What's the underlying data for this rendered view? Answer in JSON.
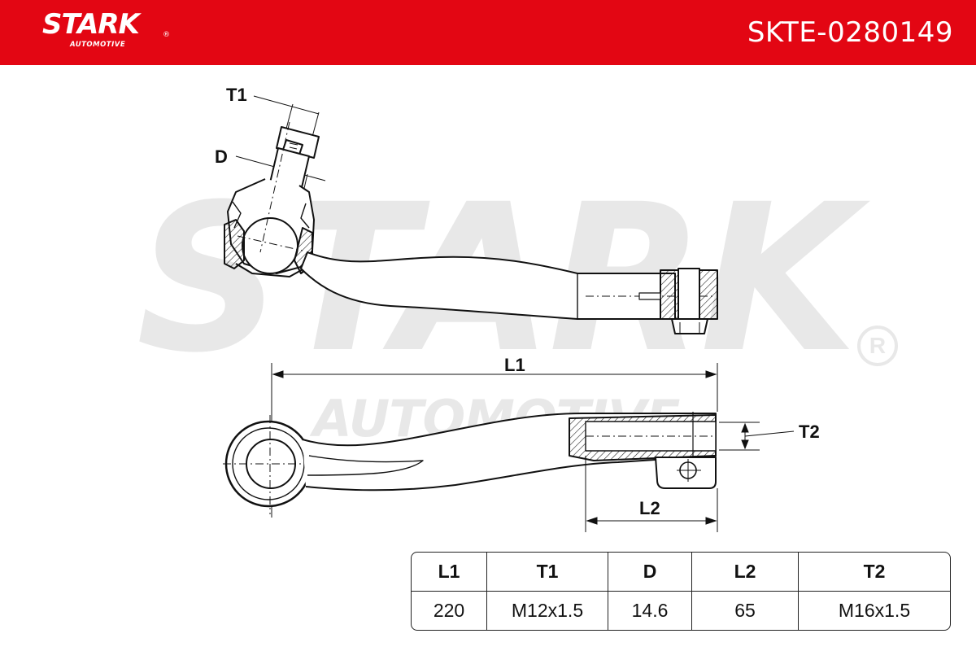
{
  "header": {
    "brand": "STARK",
    "brand_sub": "AUTOMOTIVE",
    "registered_mark": "®",
    "part_number": "SKTE-0280149",
    "background_color": "#e30613"
  },
  "watermark": {
    "main": "STARK",
    "sub": "AUTOMOTIVE",
    "mark": "R"
  },
  "dimension_labels": {
    "t1": "T1",
    "d": "D",
    "l1": "L1",
    "t2": "T2",
    "l2": "L2"
  },
  "spec_table": {
    "headers": [
      "L1",
      "T1",
      "D",
      "L2",
      "T2"
    ],
    "values": [
      "220",
      "M12x1.5",
      "14.6",
      "65",
      "M16x1.5"
    ]
  }
}
